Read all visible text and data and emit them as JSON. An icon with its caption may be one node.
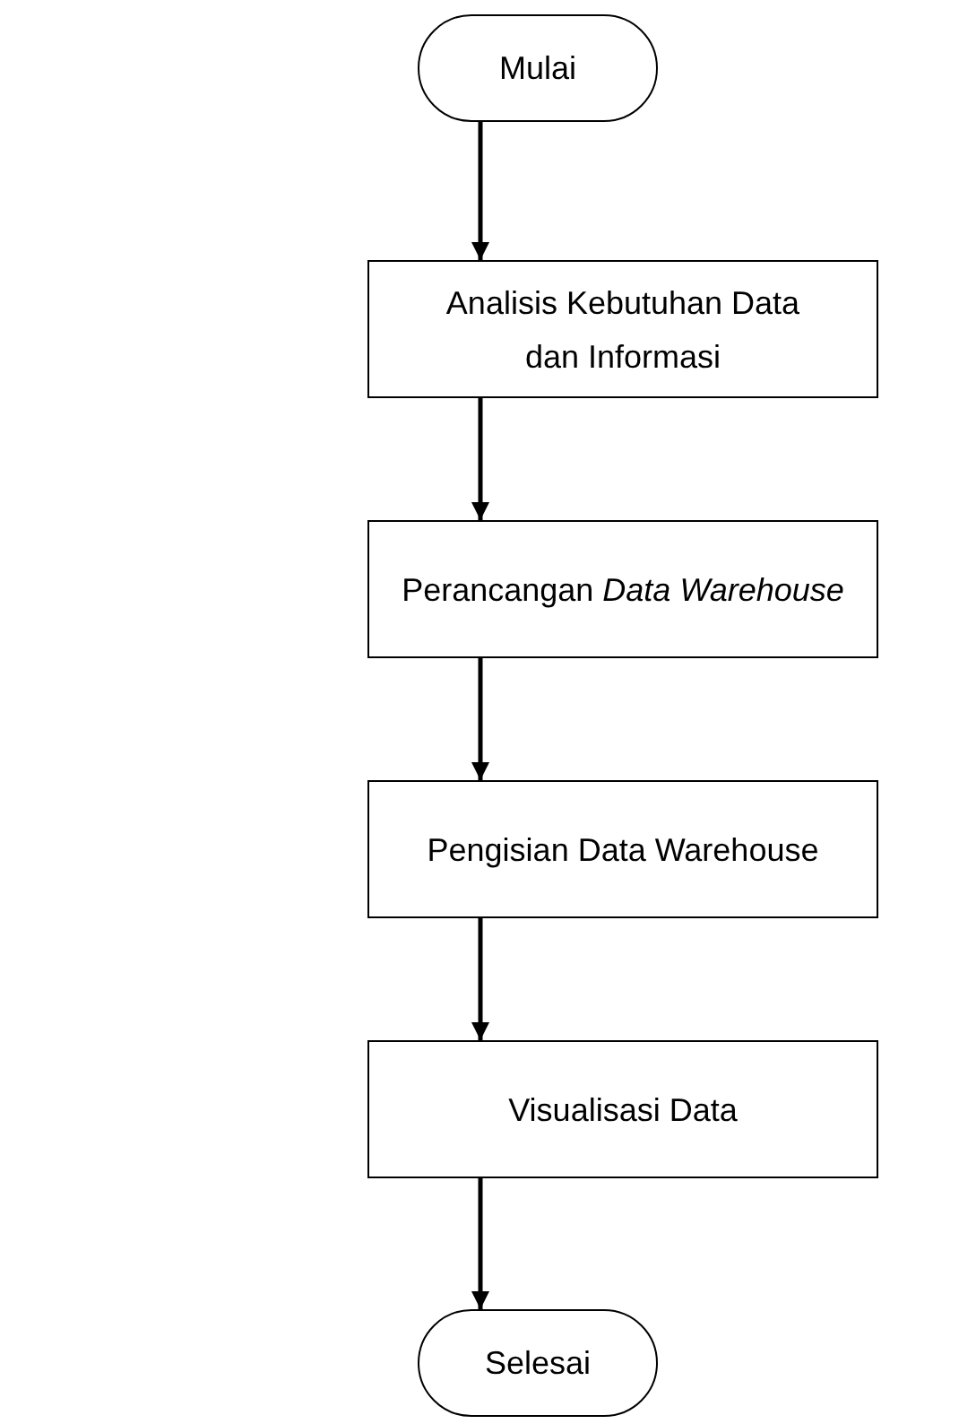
{
  "diagram": {
    "nodes": [
      {
        "text": [
          "Mulai"
        ]
      },
      {
        "text": [
          "Analisis Kebutuhan Data dan Informasi"
        ]
      },
      {
        "text": [
          "Perancangan *Data Warehouse*"
        ]
      },
      {
        "text": [
          "Pengisian Data Warehouse"
        ]
      },
      {
        "text": [
          "Visualisasi Data"
        ]
      },
      {
        "text": [
          "Selesai"
        ]
      }
    ],
    "edges": [
      {
        "from": 0,
        "to": 1,
        "arrow": "to"
      },
      {
        "from": 1,
        "to": 2,
        "arrow": "to"
      },
      {
        "from": 2,
        "to": 3,
        "arrow": "to"
      },
      {
        "from": 3,
        "to": 4,
        "arrow": "to"
      },
      {
        "from": 4,
        "to": 5,
        "arrow": "to"
      }
    ]
  }
}
